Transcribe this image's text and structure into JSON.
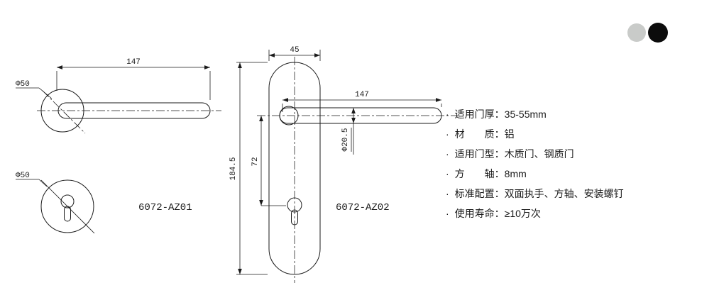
{
  "page": {
    "az01": {
      "model": "6072-AZ01",
      "dim_handle_length": "147",
      "dim_rose_diameter": "Φ50",
      "dim_escutcheon_diameter": "Φ50"
    },
    "az02": {
      "model": "6072-AZ02",
      "dim_plate_width": "45",
      "dim_handle_length": "147",
      "dim_plate_height": "184.5",
      "dim_keyhole_offset": "72",
      "dim_lever_diameter": "Φ20.5"
    },
    "specs": {
      "bullet": "·",
      "items": [
        "适用门厚：35-55mm",
        "材　　质：铝",
        "适用门型：木质门、钢质门",
        "方　　轴：8mm",
        "标准配置：双面执手、方轴、安装螺钉",
        "使用寿命：≥10万次"
      ]
    },
    "swatches": {
      "light": "#c9cbc9",
      "dark": "#0c0c0c"
    }
  }
}
